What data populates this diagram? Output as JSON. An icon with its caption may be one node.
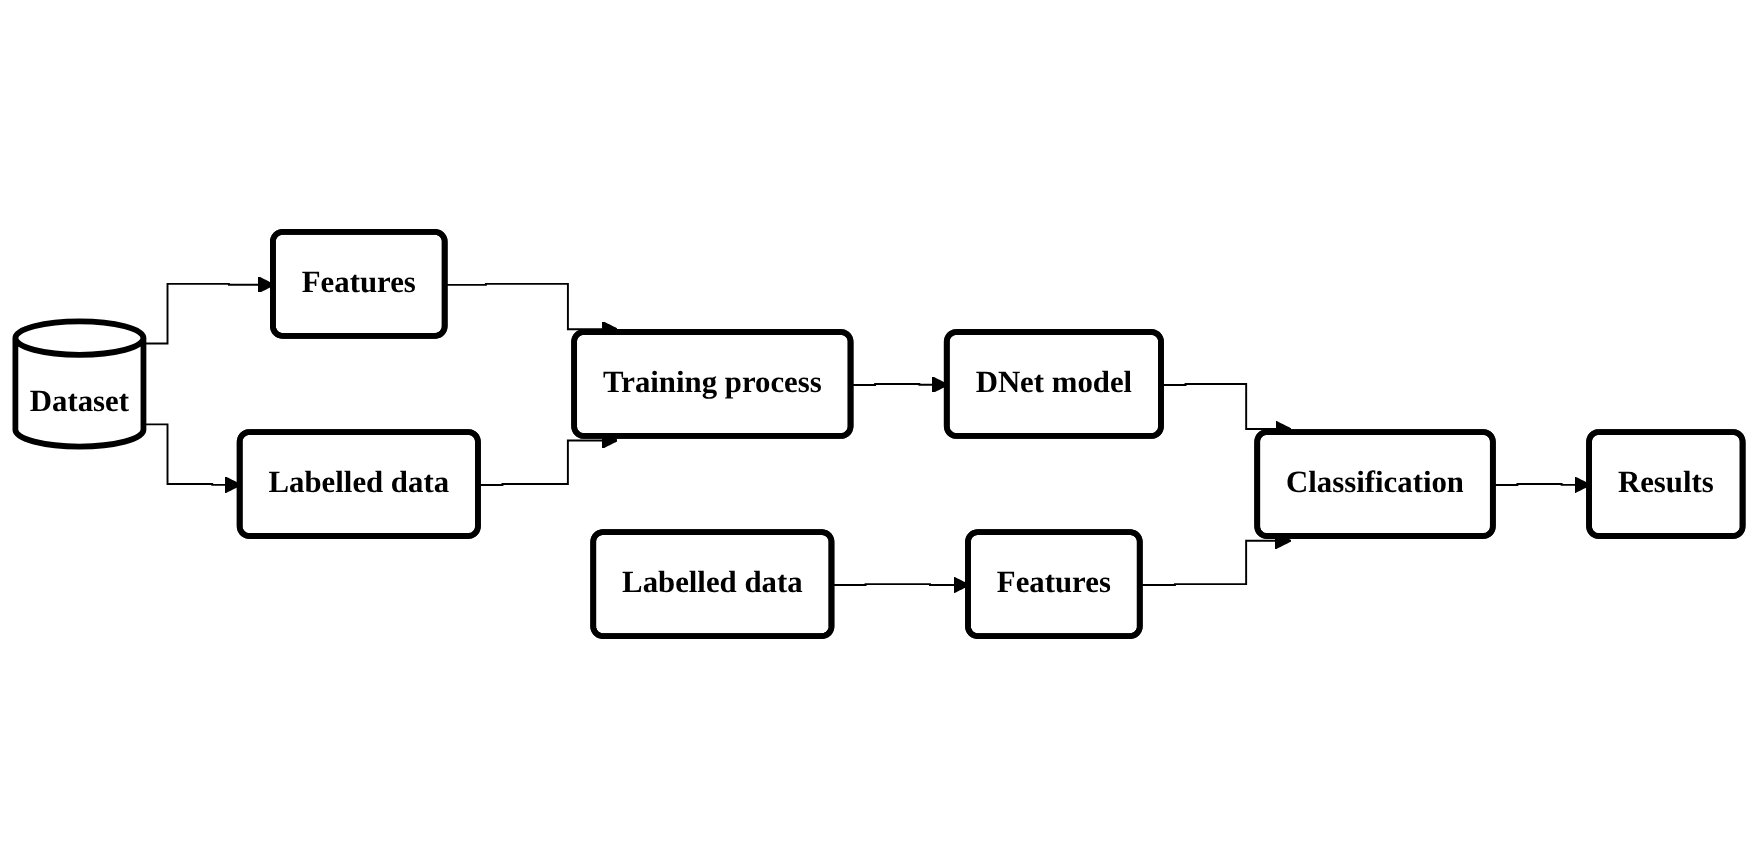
{
  "diagram": {
    "nodes": [
      {
        "text": [
          "Dataset"
        ]
      },
      {
        "text": [
          "Features"
        ]
      },
      {
        "text": [
          "Labelled data"
        ]
      },
      {
        "text": [
          "Training process"
        ]
      },
      {
        "text": [
          "DNet model"
        ]
      },
      {
        "text": [
          "Results"
        ]
      },
      {
        "text": [
          "Classification"
        ]
      },
      {
        "text": [
          "Features"
        ]
      },
      {
        "text": [
          "Labelled data"
        ]
      }
    ],
    "edges": [
      {
        "from": 0,
        "to": 1,
        "arrow": "to"
      },
      {
        "from": 0,
        "to": 2,
        "arrow": "to"
      },
      {
        "from": 1,
        "to": 3,
        "arrow": "to"
      },
      {
        "from": 2,
        "to": 3,
        "arrow": "to"
      },
      {
        "from": 3,
        "to": 4,
        "arrow": "to"
      },
      {
        "from": 4,
        "to": 6,
        "arrow": "to"
      },
      {
        "from": 8,
        "to": 7,
        "arrow": "to"
      },
      {
        "from": 7,
        "to": 6,
        "arrow": "to"
      },
      {
        "from": 6,
        "to": 5,
        "arrow": "to"
      }
    ]
  }
}
